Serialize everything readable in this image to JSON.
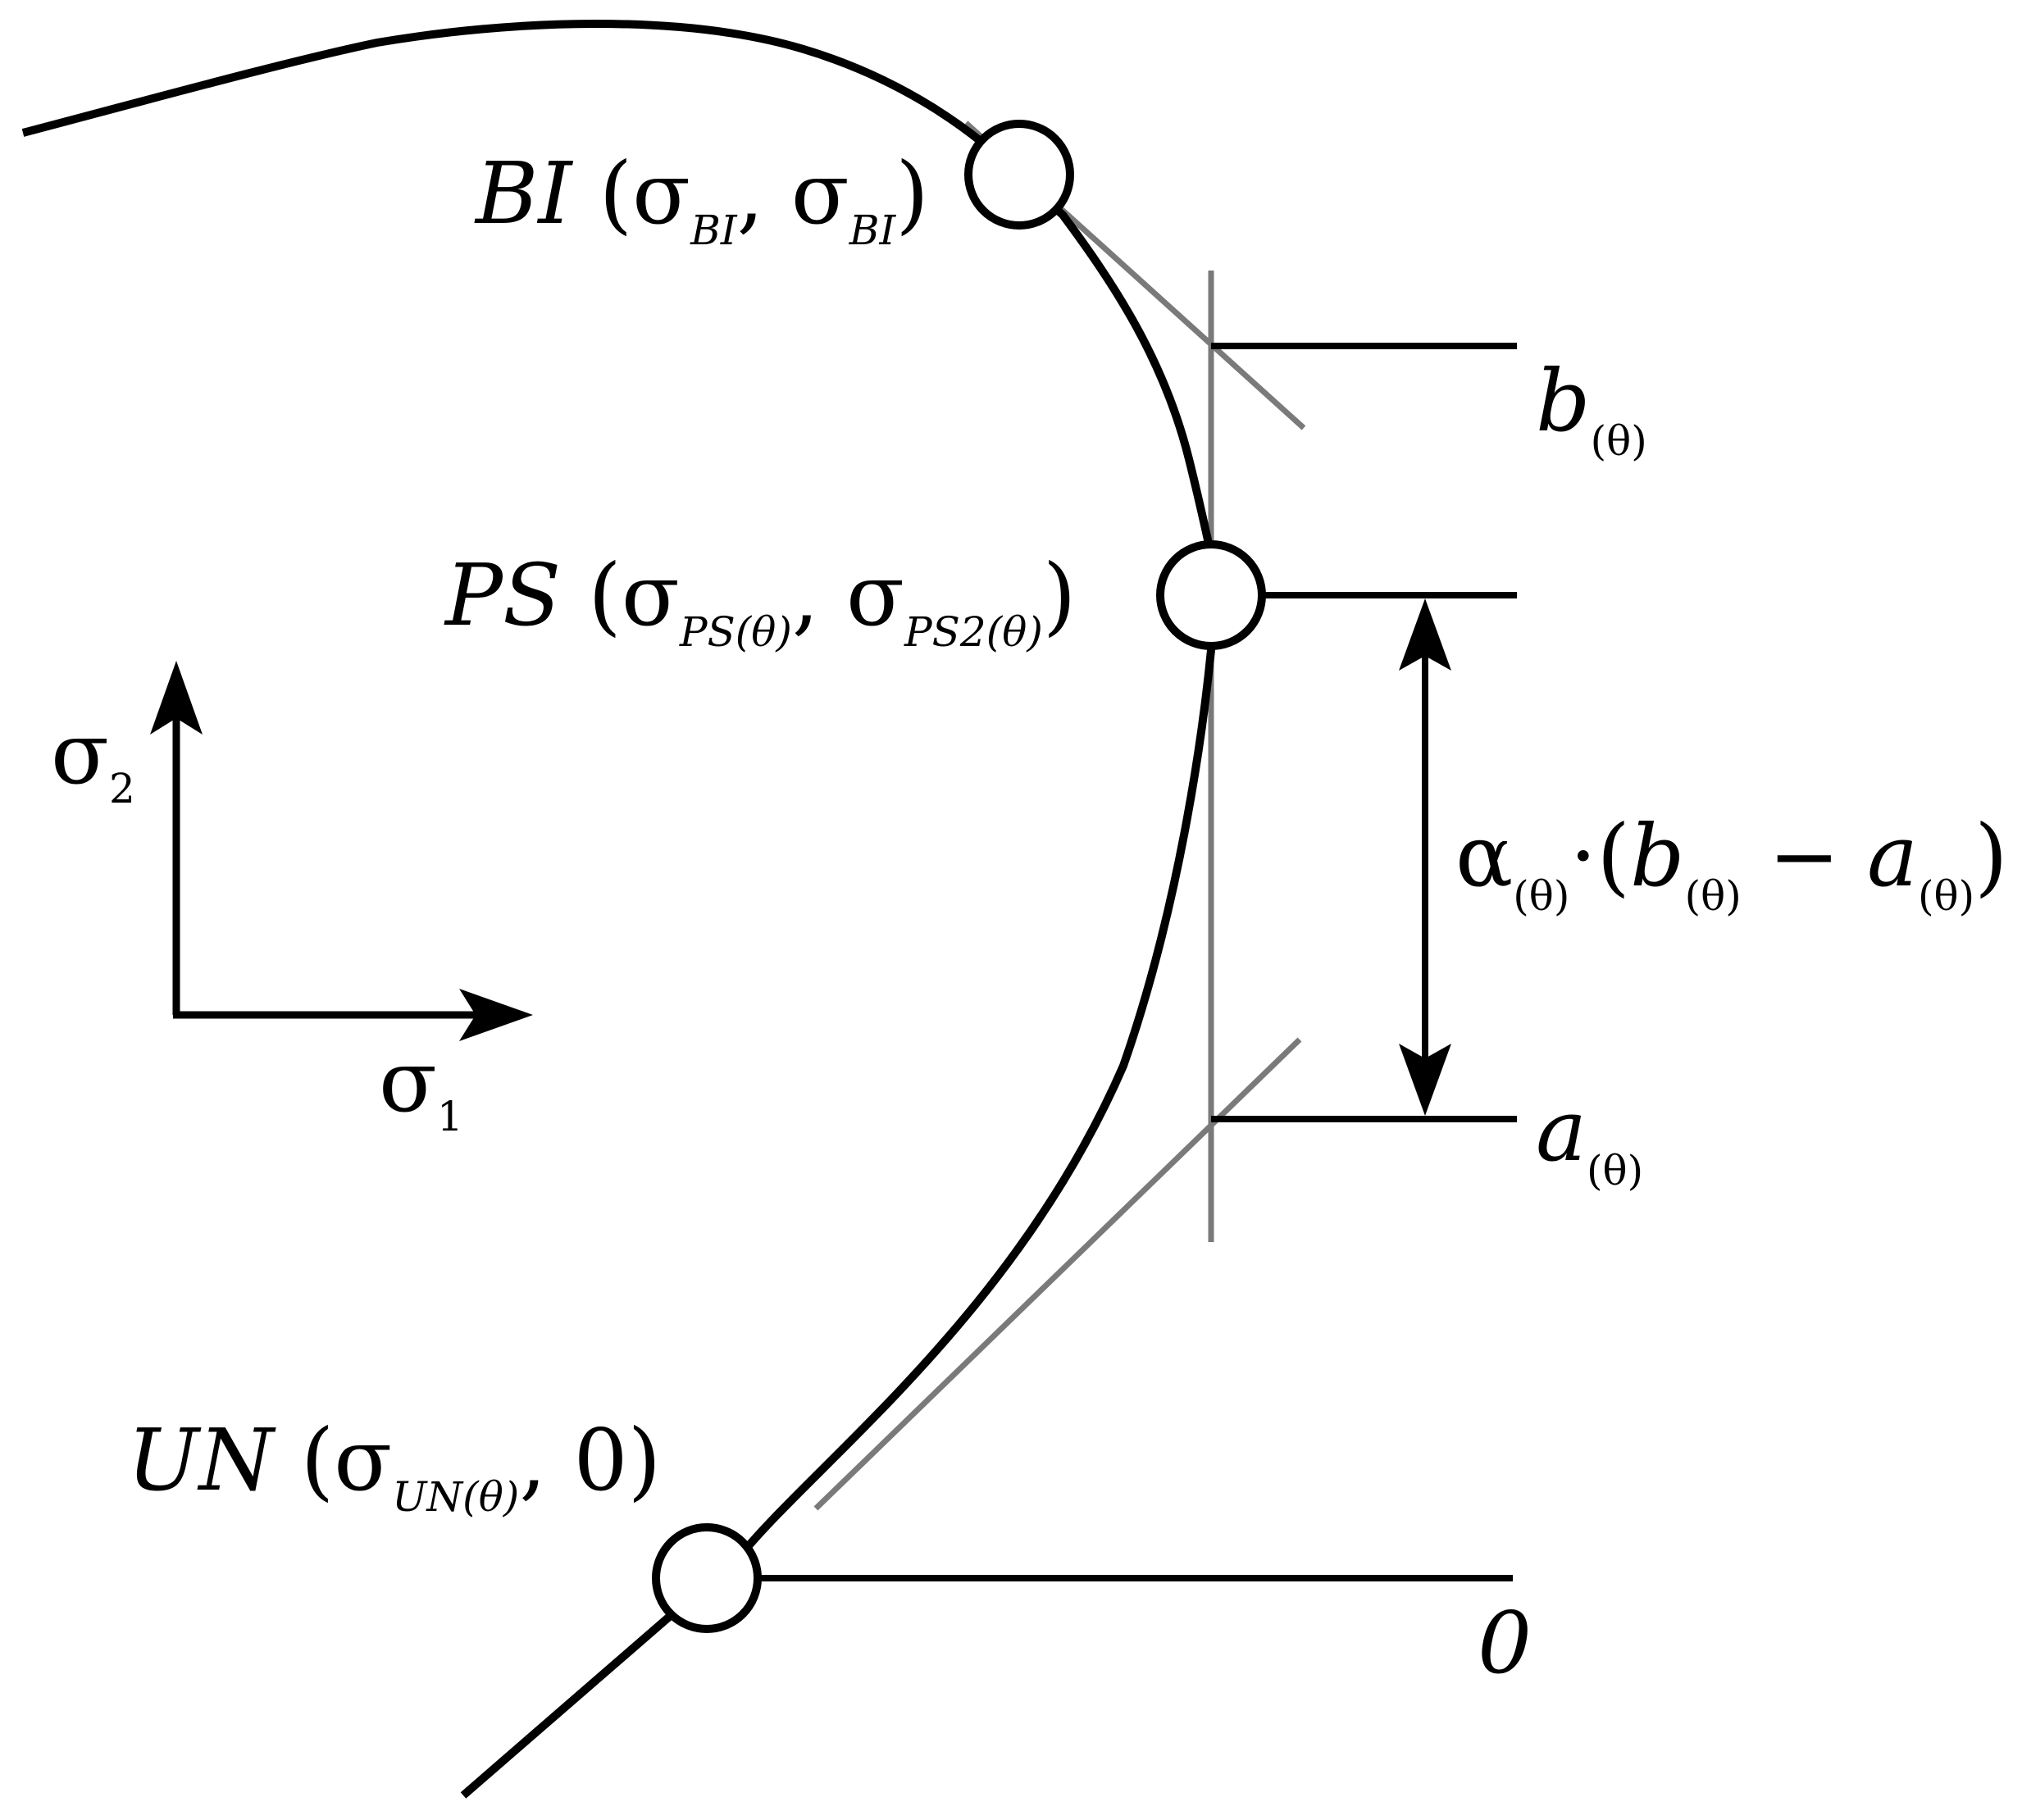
{
  "labels": {
    "bi": {
      "name": "BI",
      "open": "(",
      "sigma1": "σ",
      "sub1": "BI",
      "comma": ",",
      "sigma2": "σ",
      "sub2": "BI",
      "close": ")"
    },
    "ps": {
      "name": "PS",
      "open": "(",
      "sigma1": "σ",
      "sub1": "PS(θ)",
      "comma": ",",
      "sigma2": "σ",
      "sub2": "PS2(θ)",
      "close": ")"
    },
    "un": {
      "name": "UN",
      "open": "(",
      "sigma1": "σ",
      "sub1": "UN(θ)",
      "comma": ",",
      "value": "0",
      "close": ")"
    },
    "b": {
      "name": "b",
      "sub": "(θ)"
    },
    "a": {
      "name": "a",
      "sub": "(θ)"
    },
    "zero": "0",
    "alpha_expr": {
      "alpha": "α",
      "alpha_sub": "(θ)",
      "dot_open": "·(",
      "b": "b",
      "b_sub": "(θ)",
      "minus": " − ",
      "a": "a",
      "a_sub": "(θ)",
      "close": ")"
    },
    "axes": {
      "sigma2": "σ",
      "sigma2_sub": "2",
      "sigma1": "σ",
      "sigma1_sub": "1"
    }
  },
  "colors": {
    "curve": "#000000",
    "tangent": "#7a7a7a",
    "background": "#ffffff"
  }
}
